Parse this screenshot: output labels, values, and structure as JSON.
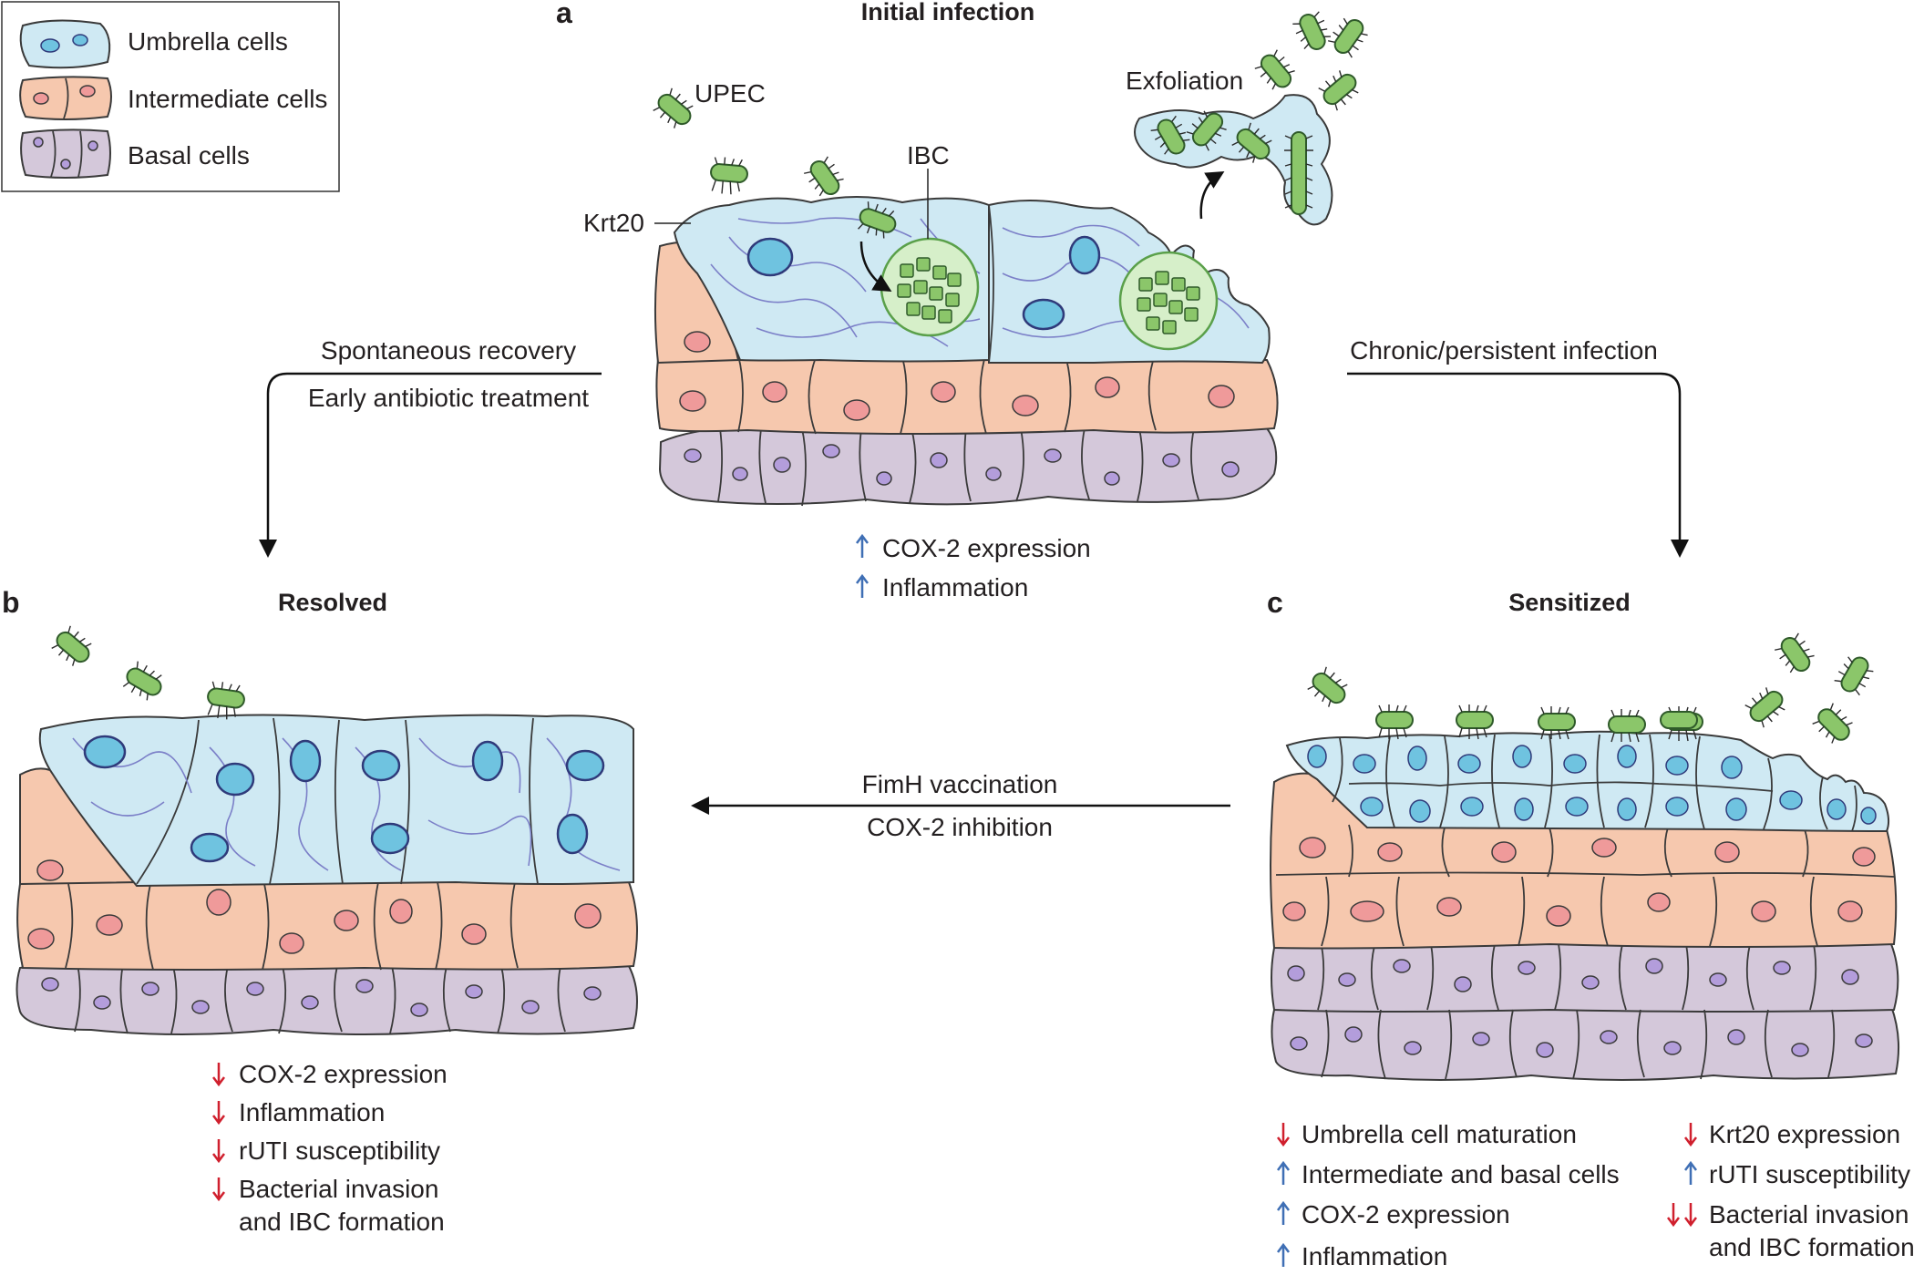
{
  "legend": {
    "items": [
      {
        "label": "Umbrella cells",
        "color": "#cfe9f3"
      },
      {
        "label": "Intermediate cells",
        "color": "#f6c8ae"
      },
      {
        "label": "Basal cells",
        "color": "#d4c8da"
      }
    ]
  },
  "panel_a": {
    "letter": "a",
    "title": "Initial infection",
    "upec_label": "UPEC",
    "ibc_label": "IBC",
    "krt20_label": "Krt20",
    "exfoliation_label": "Exfoliation",
    "effects": [
      {
        "direction": "up",
        "text": "COX-2 expression"
      },
      {
        "direction": "up",
        "text": "Inflammation"
      }
    ]
  },
  "panel_b": {
    "letter": "b",
    "title": "Resolved",
    "effects": [
      {
        "direction": "down",
        "text": "COX-2 expression"
      },
      {
        "direction": "down",
        "text": "Inflammation"
      },
      {
        "direction": "down",
        "text": "rUTI susceptibility"
      },
      {
        "direction": "down",
        "text": "Bacterial invasion"
      },
      {
        "direction": "none",
        "text": "and IBC formation"
      }
    ]
  },
  "panel_c": {
    "letter": "c",
    "title": "Sensitized",
    "effects_left": [
      {
        "direction": "down",
        "text": "Umbrella cell maturation"
      },
      {
        "direction": "up",
        "text": "Intermediate and basal cells"
      },
      {
        "direction": "up",
        "text": "COX-2 expression"
      },
      {
        "direction": "up",
        "text": "Inflammation"
      }
    ],
    "effects_right": [
      {
        "direction": "down",
        "text": "Krt20 expression"
      },
      {
        "direction": "up",
        "text": "rUTI susceptibility"
      },
      {
        "direction": "down2",
        "text": "Bacterial invasion"
      },
      {
        "direction": "none",
        "text": "and IBC formation"
      }
    ]
  },
  "transitions": {
    "a_to_b": [
      "Spontaneous recovery",
      "Early antibiotic treatment"
    ],
    "a_to_c": [
      "Chronic/persistent infection"
    ],
    "c_to_b": [
      "FimH vaccination",
      "COX-2 inhibition"
    ]
  },
  "colors": {
    "up_arrow": "#3f6fb5",
    "down_arrow": "#d0202e",
    "bacteria": "#8bc66a"
  }
}
